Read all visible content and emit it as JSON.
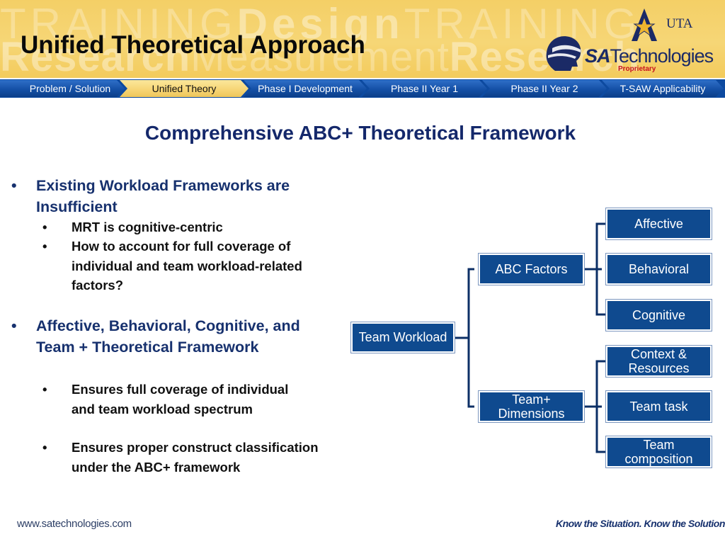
{
  "header": {
    "title": "Unified Theoretical Approach",
    "watermark_top": [
      "TRAINING",
      "Design",
      "TRAINING"
    ],
    "watermark_bottom": [
      "Research",
      "Measurement",
      "Research"
    ],
    "uta_logo_text": "UTA",
    "company_logo": {
      "part1": "SA",
      "part2": "Technologies",
      "tag": "Proprietary"
    },
    "background_color": "#f5d06a"
  },
  "nav": {
    "items": [
      {
        "label": "Problem / Solution",
        "active": false
      },
      {
        "label": "Unified Theory",
        "active": true
      },
      {
        "label": "Phase I Development",
        "active": false
      },
      {
        "label": "Phase II Year 1",
        "active": false
      },
      {
        "label": "Phase II Year 2",
        "active": false
      },
      {
        "label": "T-SAW Applicability",
        "active": false
      }
    ],
    "bar_color": "#0d4aa0",
    "active_color": "#f6d473"
  },
  "main": {
    "subtitle": "Comprehensive ABC+ Theoretical Framework",
    "bullets": [
      {
        "text": "Existing Workload Frameworks are Insufficient",
        "sub": [
          "MRT is cognitive-centric",
          "How to account for full coverage of individual and team workload-related factors?"
        ]
      },
      {
        "text": "Affective, Behavioral, Cognitive, and Team + Theoretical Framework",
        "sub": [
          "Ensures full coverage of individual and team workload spectrum",
          "Ensures proper construct classification under the ABC+ framework"
        ]
      }
    ]
  },
  "diagram": {
    "root": "Team Workload",
    "branches": [
      {
        "label": "ABC Factors",
        "children": [
          "Affective",
          "Behavioral",
          "Cognitive"
        ]
      },
      {
        "label": "Team+ Dimensions",
        "children": [
          "Context & Resources",
          "Team task",
          "Team composition"
        ]
      }
    ],
    "node_color": "#0f4a8f"
  },
  "footer": {
    "url": "www.satechnologies.com",
    "tagline": "Know the Situation. Know the Solution."
  }
}
